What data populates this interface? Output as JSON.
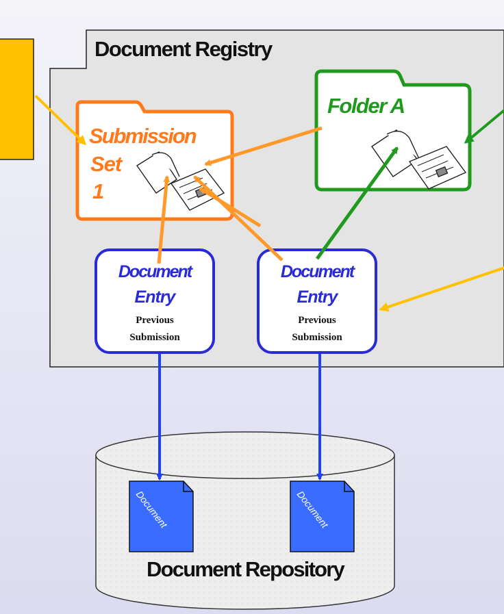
{
  "registry": {
    "title": "Document Registry"
  },
  "submission_set": {
    "line1": "Submission",
    "line2": "Set",
    "line3": "1",
    "color": "#ff7a1a"
  },
  "folder": {
    "label": "Folder A",
    "color": "#1f9a1f"
  },
  "entries": [
    {
      "line1": "Document",
      "line2": "Entry",
      "line3": "Previous",
      "line4": "Submission"
    },
    {
      "line1": "Document",
      "line2": "Entry",
      "line3": "Previous",
      "line4": "Submission"
    }
  ],
  "repository": {
    "title": "Document Repository",
    "documents": [
      {
        "label": "Document"
      },
      {
        "label": "Document"
      }
    ]
  },
  "colors": {
    "callout": "#ffc000",
    "entry": "#2b2bd6",
    "link_blue": "#1f3fff",
    "link_orange": "#ff9a2a",
    "link_green": "#1f9a1f",
    "doc_blue": "#3a6cff"
  },
  "icons": [
    "document-pages-icon",
    "document-icon"
  ]
}
